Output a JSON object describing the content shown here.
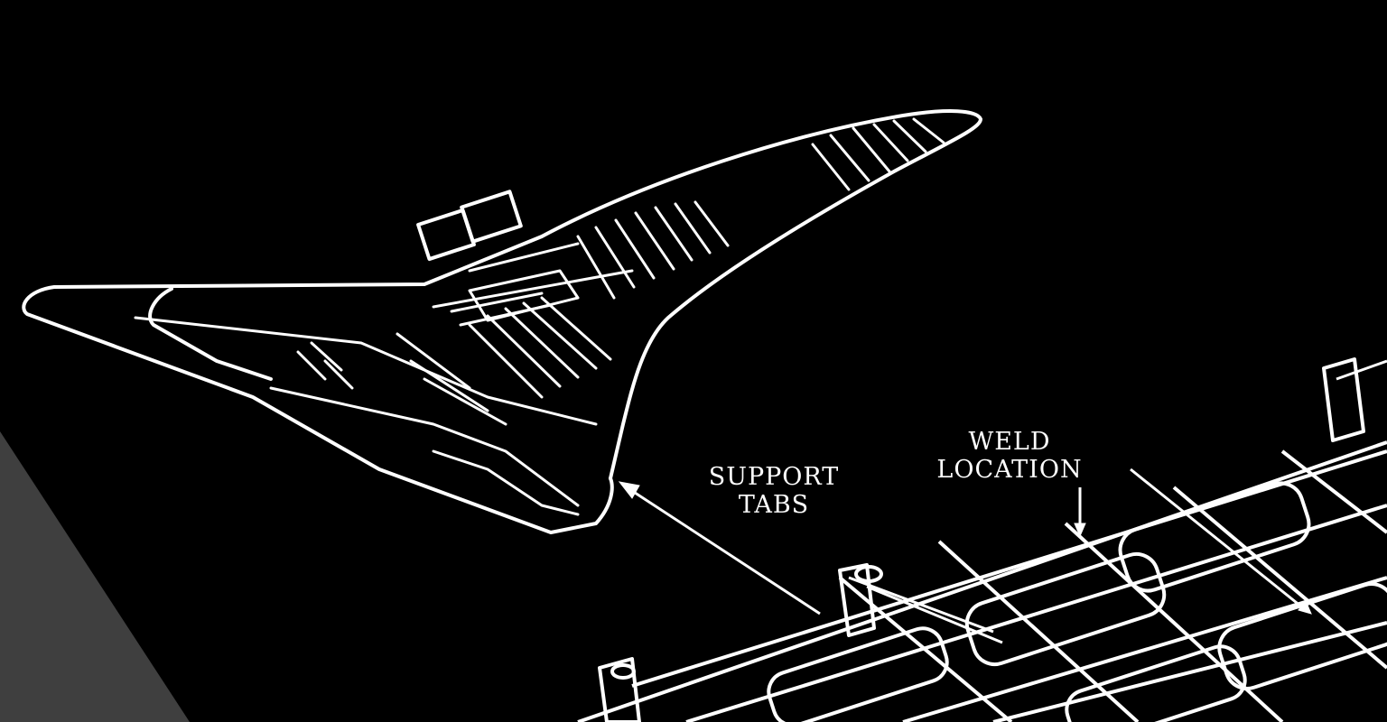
{
  "diagram": {
    "labels": {
      "support_tabs": [
        "SUPPORT",
        "TABS"
      ],
      "weld_location": [
        "WELD",
        "LOCATION"
      ]
    },
    "colors": {
      "background": "#000000",
      "linework": "#ffffff",
      "corner_shade": "#3f3f3f"
    }
  }
}
